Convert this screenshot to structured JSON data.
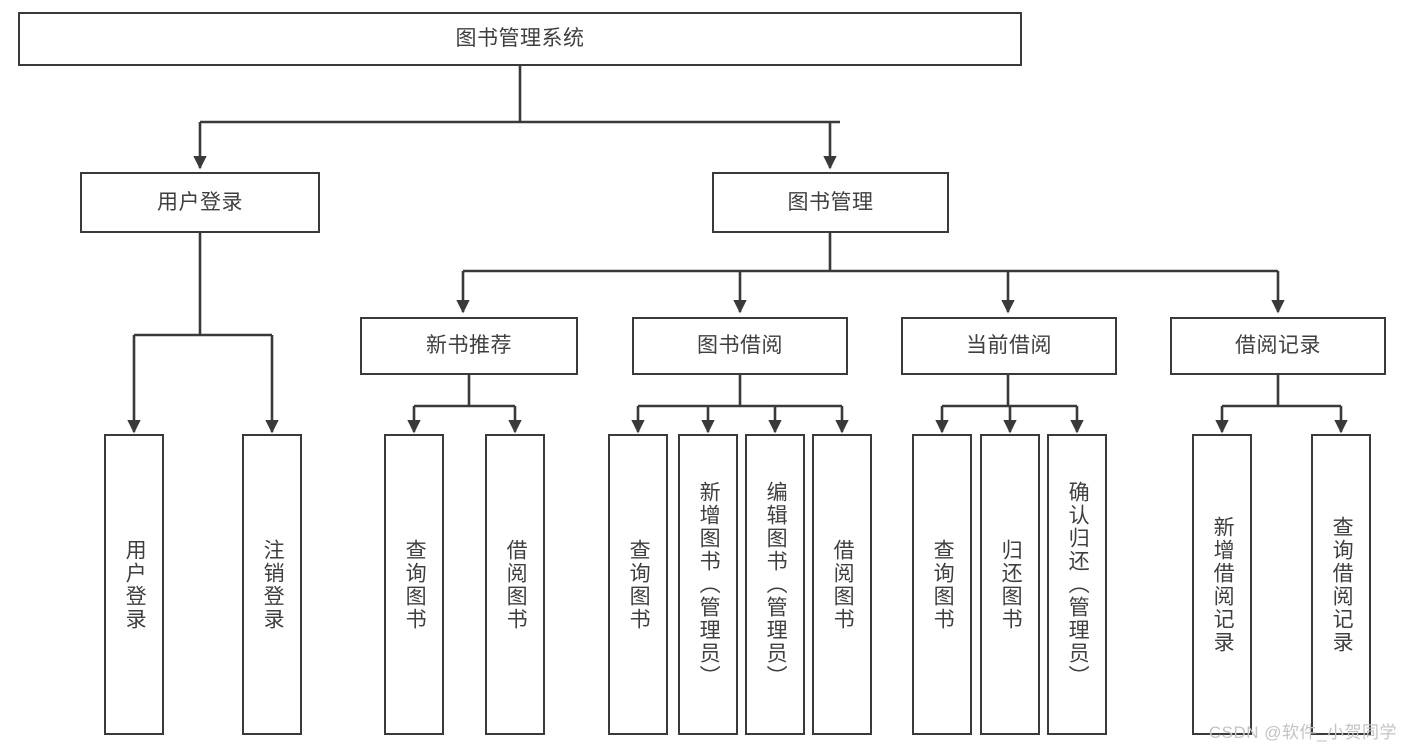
{
  "diagram": {
    "title": "图书管理系统",
    "type": "tree-hierarchy",
    "watermark": "CSDN @软件_小贺同学",
    "colors": {
      "box_border": "#3a3a3a",
      "box_fill": "#ffffff",
      "text": "#3f3f3f",
      "edge": "#3a3a3a",
      "watermark": "#c3c3c3",
      "background": "#ffffff"
    },
    "root": {
      "label": "图书管理系统"
    },
    "level2": [
      {
        "label": "用户登录"
      },
      {
        "label": "图书管理"
      }
    ],
    "level3": [
      {
        "label": "新书推荐"
      },
      {
        "label": "图书借阅"
      },
      {
        "label": "当前借阅"
      },
      {
        "label": "借阅记录"
      }
    ],
    "leaves": {
      "user_login": [
        {
          "label": "用户登录"
        },
        {
          "label": "注销登录"
        }
      ],
      "new_book_recommend": [
        {
          "label": "查询图书"
        },
        {
          "label": "借阅图书"
        }
      ],
      "book_borrow": [
        {
          "label": "查询图书"
        },
        {
          "label": "新增图书（管理员）"
        },
        {
          "label": "编辑图书（管理员）"
        },
        {
          "label": "借阅图书"
        }
      ],
      "current_borrow": [
        {
          "label": "查询图书"
        },
        {
          "label": "归还图书"
        },
        {
          "label": "确认归还（管理员）"
        }
      ],
      "borrow_record": [
        {
          "label": "新增借阅记录"
        },
        {
          "label": "查询借阅记录"
        }
      ]
    }
  }
}
